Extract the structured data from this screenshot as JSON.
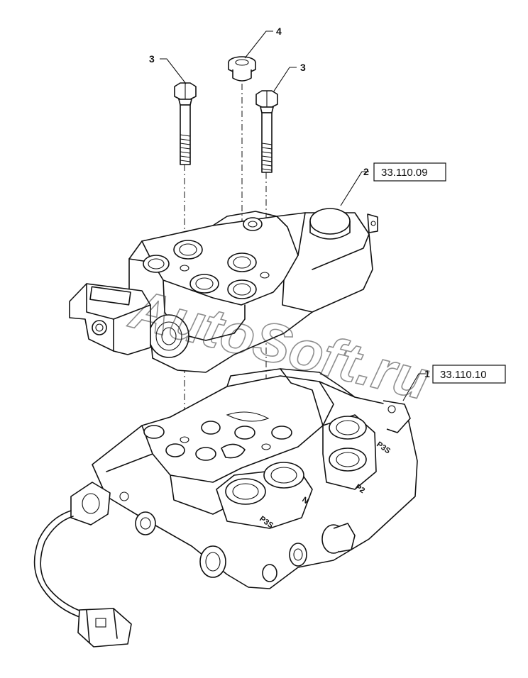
{
  "watermark": "AutoSoft.ru",
  "callouts": {
    "bolt_left": "3",
    "plug": "4",
    "bolt_right": "3",
    "upper_valve": "2",
    "lower_valve": "1"
  },
  "references": {
    "upper_valve": "33.110.09",
    "lower_valve": "33.110.10"
  },
  "port_stamps": {
    "p1": "P3S",
    "p2": "P2",
    "p3": "N",
    "p4": "P3S"
  }
}
